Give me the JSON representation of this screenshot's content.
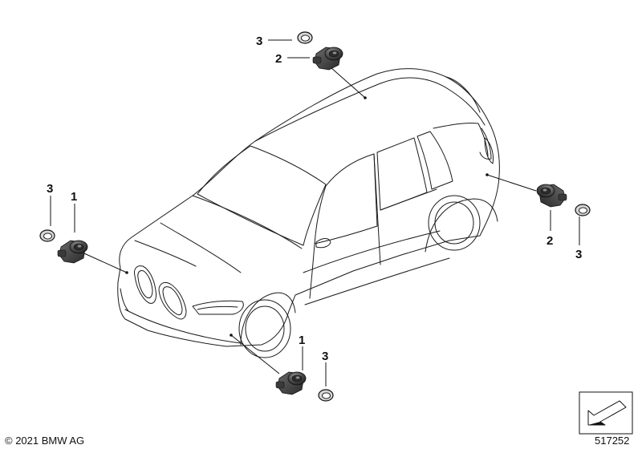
{
  "diagram": {
    "parts": [
      {
        "id": "part-1",
        "name": "PDC sensor",
        "callout": "1"
      },
      {
        "id": "part-2",
        "name": "PDC sensor",
        "callout": "2"
      },
      {
        "id": "part-3",
        "name": "Sealing ring",
        "callout": "3"
      }
    ],
    "callouts": {
      "top_ring": "3",
      "top_sensor": "2",
      "left_ring": "3",
      "left_sensor": "1",
      "rear_sensor": "2",
      "rear_ring": "3",
      "bottom_sensor": "1",
      "bottom_ring": "3"
    }
  },
  "footer": {
    "copyright": "© 2021 BMW AG",
    "diagram_number": "517252"
  },
  "icons": {
    "nav_arrow": "arrow-down-left-icon"
  },
  "colors": {
    "sensor": "#4a4a4a",
    "line": "#1a1a1a"
  }
}
